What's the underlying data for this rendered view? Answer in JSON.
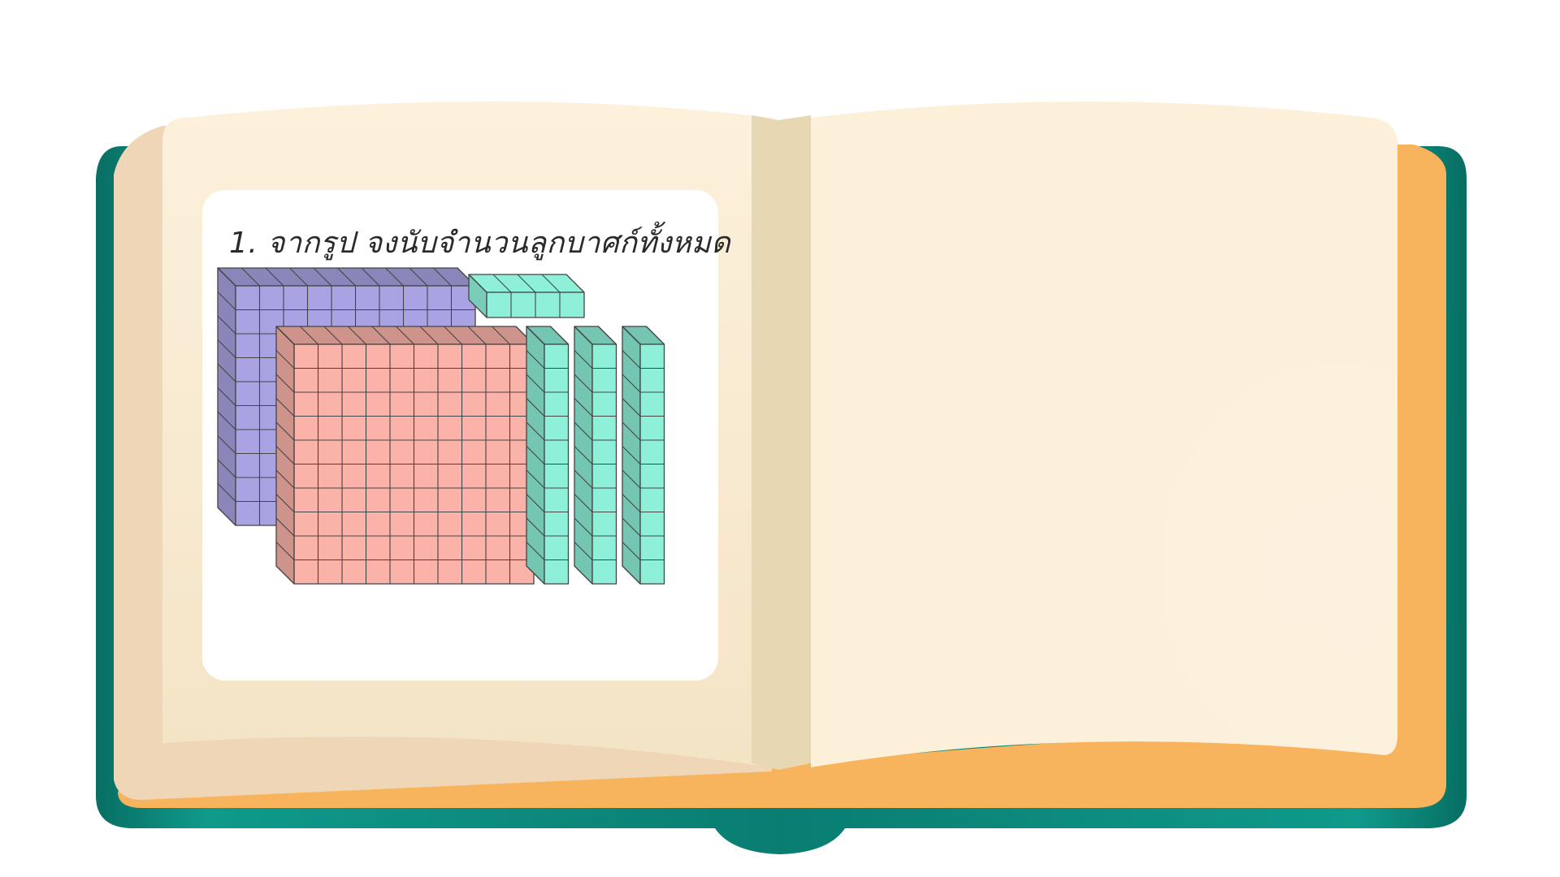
{
  "question": {
    "text": "1. จากรูป  จงนับจำนวนลูกบาศก์ทั้งหมด"
  },
  "colors": {
    "cover": "#0d8a7c",
    "cover_dark": "#0a6e63",
    "page_edge": "#f7b35b",
    "page": "#fbeed8",
    "spine": "#e8d8b6",
    "card": "#ffffff",
    "hundred_flat_back": "#a9a3e3",
    "hundred_flat_front": "#fbb3a9",
    "ten_rod": "#8ef0d9",
    "outline": "#444444"
  },
  "blocks": {
    "hundreds_flats": 2,
    "ten_rods_vertical": 3,
    "ten_rod_horizontal_shown_cells": 4
  }
}
